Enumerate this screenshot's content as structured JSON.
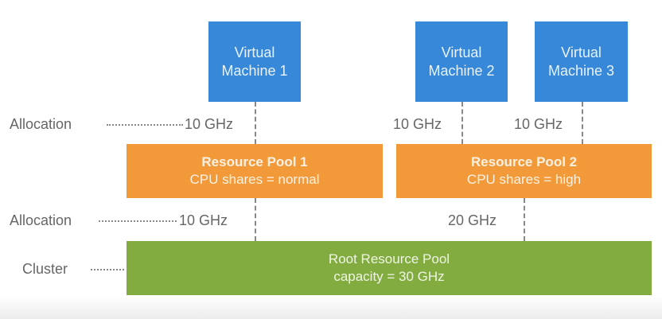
{
  "virtual_machines": [
    {
      "line1": "Virtual",
      "line2": "Machine 1",
      "allocation": "10 GHz"
    },
    {
      "line1": "Virtual",
      "line2": "Machine 2",
      "allocation": "10 GHz"
    },
    {
      "line1": "Virtual",
      "line2": "Machine 3",
      "allocation": "10 GHz"
    }
  ],
  "resource_pools": [
    {
      "title": "Resource Pool 1",
      "shares": "CPU shares = normal",
      "allocation": "10 GHz"
    },
    {
      "title": "Resource Pool 2",
      "shares": "CPU shares = high",
      "allocation": "20 GHz"
    }
  ],
  "root_pool": {
    "title": "Root Resource Pool",
    "capacity": "capacity = 30 GHz"
  },
  "row_labels": {
    "vm_allocation": "Allocation",
    "pool_allocation": "Allocation",
    "cluster": "Cluster"
  },
  "colors": {
    "vm": "#3788d8",
    "pool": "#f29a39",
    "root": "#82ac40",
    "text_gray": "#666666"
  }
}
